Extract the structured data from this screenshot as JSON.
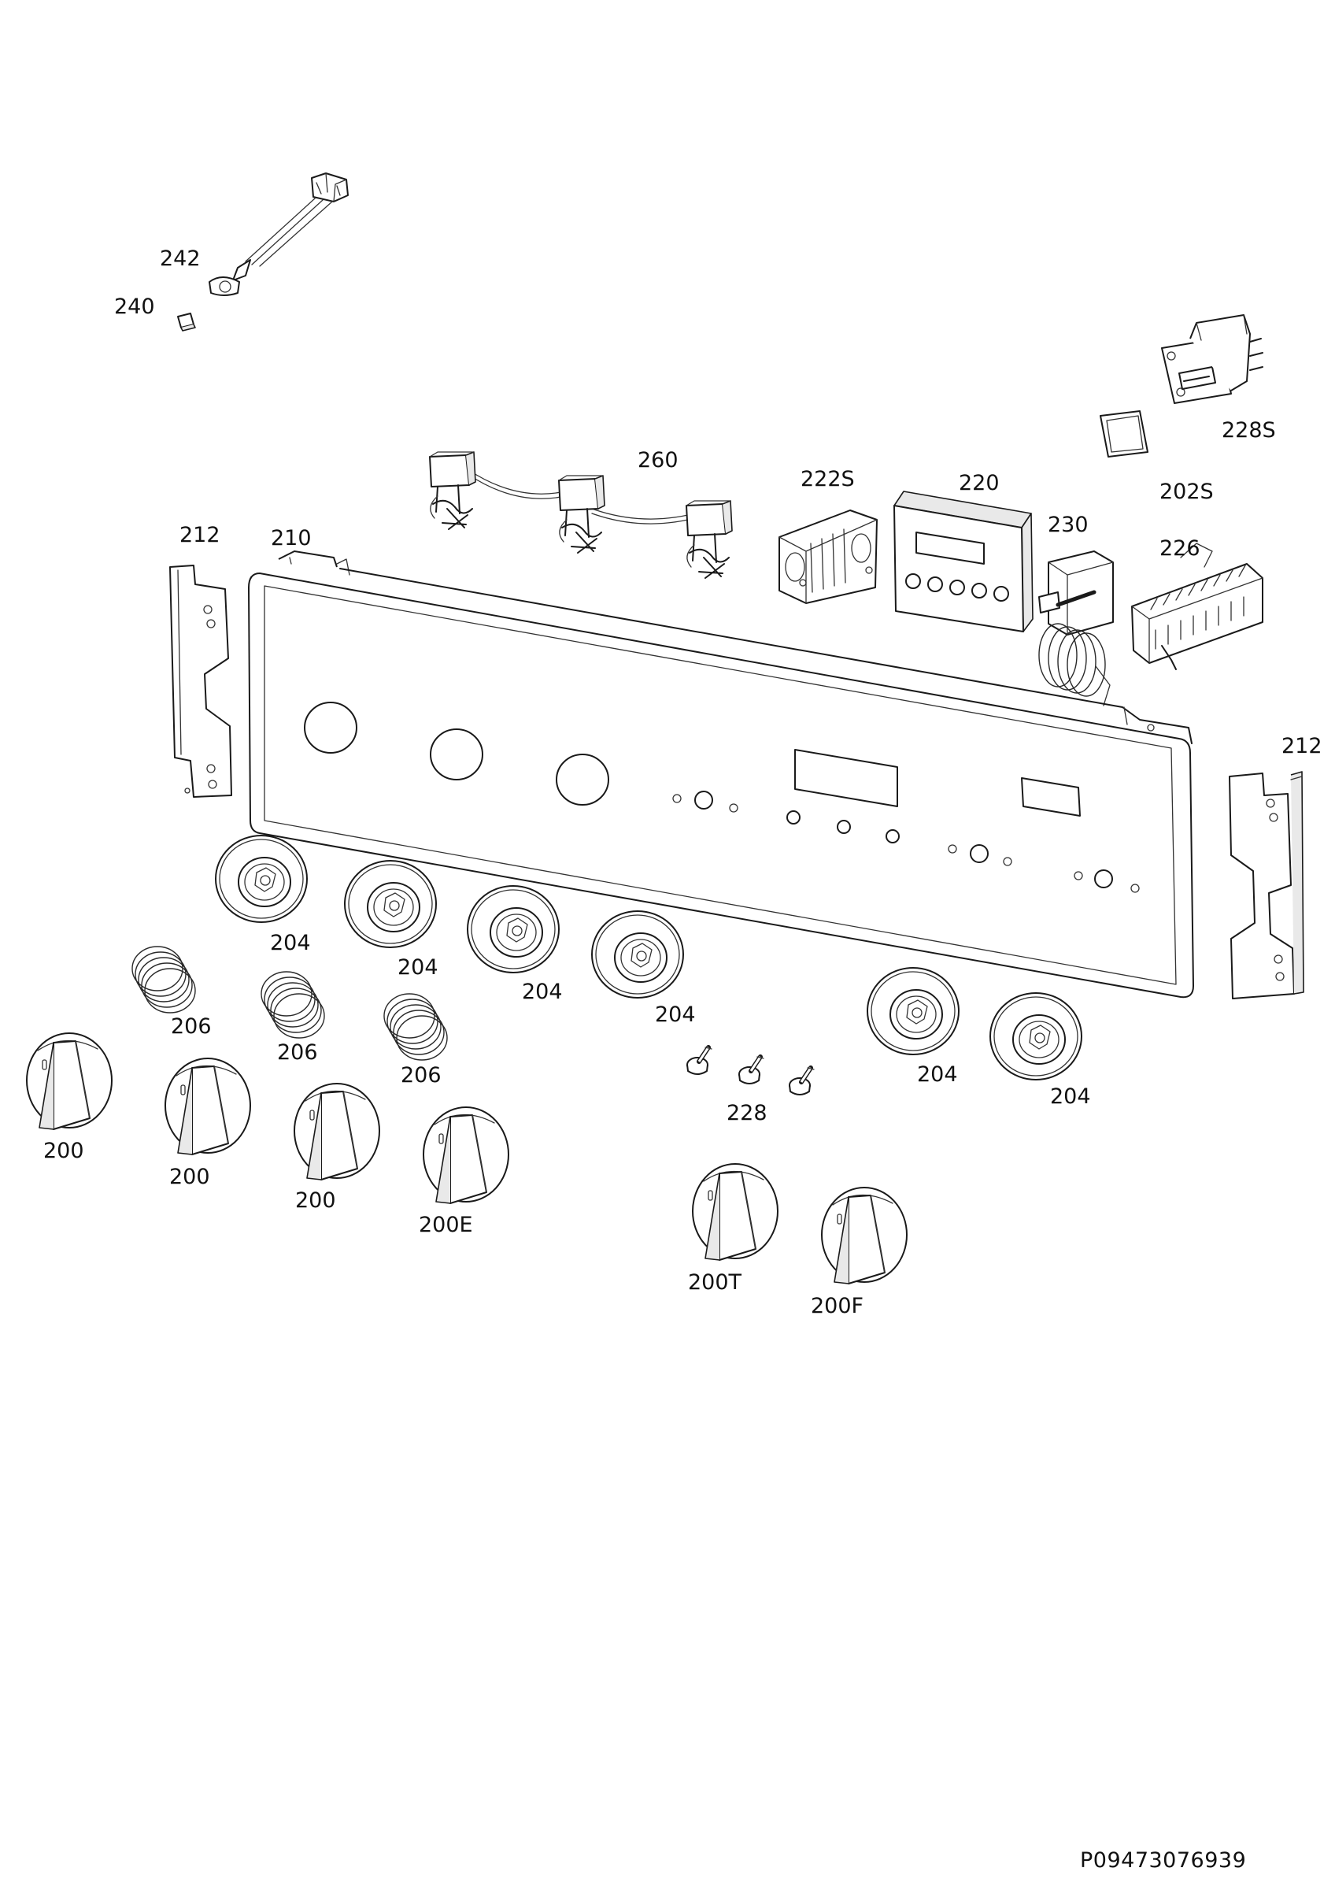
{
  "document_id": "P09473076939",
  "part_labels": {
    "p242": "242",
    "p240": "240",
    "p260": "260",
    "p222s": "222S",
    "p220": "220",
    "p230": "230",
    "p228s": "228S",
    "p202s": "202S",
    "p226": "226",
    "p212_left": "212",
    "p212_right": "212",
    "p210": "210",
    "p204_1": "204",
    "p204_2": "204",
    "p204_3": "204",
    "p204_4": "204",
    "p204_5": "204",
    "p204_6": "204",
    "p206_1": "206",
    "p206_2": "206",
    "p206_3": "206",
    "p228": "228",
    "p200_1": "200",
    "p200_2": "200",
    "p200_3": "200",
    "p200e": "200E",
    "p200t": "200T",
    "p200f": "200F"
  }
}
